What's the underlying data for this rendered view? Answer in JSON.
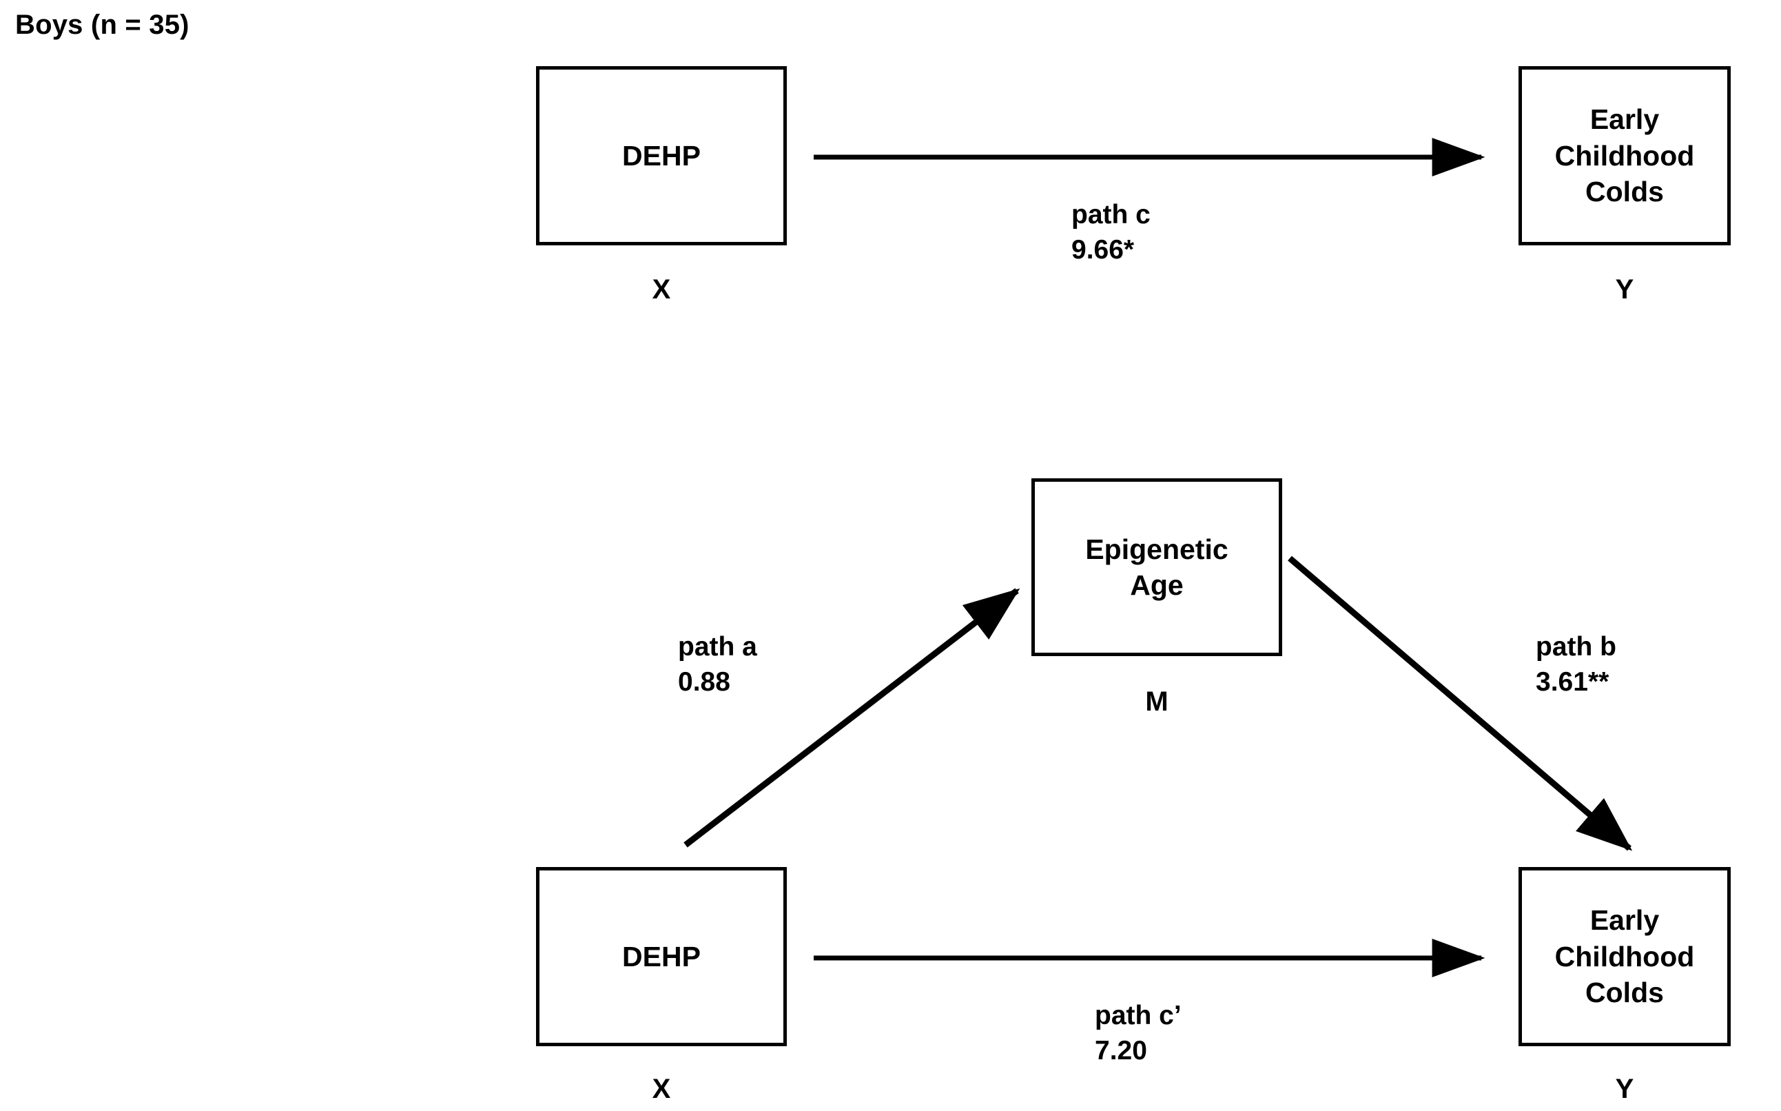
{
  "figure": {
    "title": "Boys (n = 35)",
    "type": "mediation-path-diagram",
    "stroke_color": "#000000",
    "background_color": "#ffffff"
  },
  "total_effect_model": {
    "predictor": {
      "label": "DEHP",
      "role_letter": "X"
    },
    "outcome": {
      "label": "Early\nChildhood\nColds",
      "line1": "Early",
      "line2": "Childhood",
      "line3": "Colds",
      "role_letter": "Y"
    },
    "path": {
      "name": "path c",
      "value": "9.66*"
    }
  },
  "mediation_model": {
    "mediator": {
      "label": "Epigenetic\nAge",
      "line1": "Epigenetic",
      "line2": "Age",
      "role_letter": "M"
    },
    "predictor": {
      "label": "DEHP",
      "role_letter": "X"
    },
    "outcome": {
      "line1": "Early",
      "line2": "Childhood",
      "line3": "Colds",
      "role_letter": "Y"
    },
    "paths": {
      "a": {
        "name": "path a",
        "value": "0.88"
      },
      "b": {
        "name": "path b",
        "value": "3.61**"
      },
      "c_prime": {
        "name": "path c’",
        "value": "7.20"
      }
    }
  },
  "chart_data": {
    "type": "diagram",
    "title": "Boys (n = 35)",
    "nodes": [
      {
        "id": "X_top",
        "label": "DEHP",
        "role": "X",
        "panel": "total-effect"
      },
      {
        "id": "Y_top",
        "label": "Early Childhood Colds",
        "role": "Y",
        "panel": "total-effect"
      },
      {
        "id": "M",
        "label": "Epigenetic Age",
        "role": "M",
        "panel": "mediation"
      },
      {
        "id": "X_bottom",
        "label": "DEHP",
        "role": "X",
        "panel": "mediation"
      },
      {
        "id": "Y_bottom",
        "label": "Early Childhood Colds",
        "role": "Y",
        "panel": "mediation"
      }
    ],
    "edges": [
      {
        "from": "X_top",
        "to": "Y_top",
        "label": "path c",
        "coefficient": "9.66*",
        "value": 9.66,
        "significance": "*"
      },
      {
        "from": "X_bottom",
        "to": "M",
        "label": "path a",
        "coefficient": "0.88",
        "value": 0.88,
        "significance": ""
      },
      {
        "from": "M",
        "to": "Y_bottom",
        "label": "path b",
        "coefficient": "3.61**",
        "value": 3.61,
        "significance": "**"
      },
      {
        "from": "X_bottom",
        "to": "Y_bottom",
        "label": "path c’",
        "coefficient": "7.20",
        "value": 7.2,
        "significance": ""
      }
    ]
  }
}
